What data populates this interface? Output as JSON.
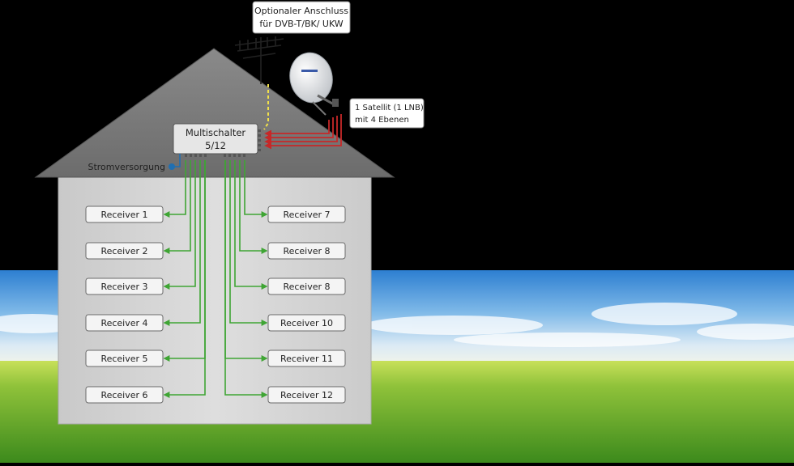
{
  "callouts": {
    "terrestrial": {
      "line1": "Optionaler Anschluss",
      "line2": "für DVB-T/BK/ UKW"
    },
    "satellite": {
      "line1": "1 Satellit (1 LNB)",
      "line2": "mit 4 Ebenen"
    }
  },
  "multiswitch": {
    "line1": "Multischalter",
    "line2": "5/12"
  },
  "power_label": "Stromversorgung",
  "receivers_left": [
    "Receiver 1",
    "Receiver 2",
    "Receiver 3",
    "Receiver 4",
    "Receiver 5",
    "Receiver 6"
  ],
  "receivers_right": [
    "Receiver 7",
    "Receiver 8",
    "Receiver 8",
    "Receiver 10",
    "Receiver 11",
    "Receiver 12"
  ],
  "colors": {
    "cable_green": "#3fa534",
    "cable_red": "#c62828",
    "cable_yellow": "#f2e14a",
    "power_dot": "#1f6fb2"
  }
}
